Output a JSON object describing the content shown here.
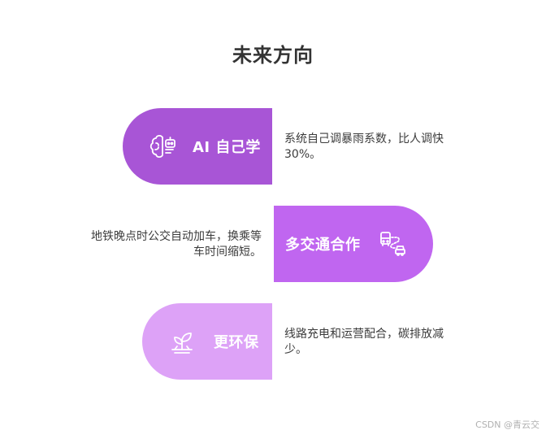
{
  "title": "未来方向",
  "items": [
    {
      "label": "AI 自己学",
      "description": "系统自己调暴雨系数，比人调快30%。",
      "icon": "ai-brain-icon",
      "color": "#a855d6"
    },
    {
      "label": "多交通合作",
      "description": "地铁晚点时公交自动加车，换乘等车时间缩短。",
      "icon": "transit-route-icon",
      "color": "#c066f0"
    },
    {
      "label": "更环保",
      "description": "线路充电和运营配合，碳排放减少。",
      "icon": "sprout-icon",
      "color": "#dda2f7"
    }
  ],
  "watermark": "CSDN @青云交"
}
